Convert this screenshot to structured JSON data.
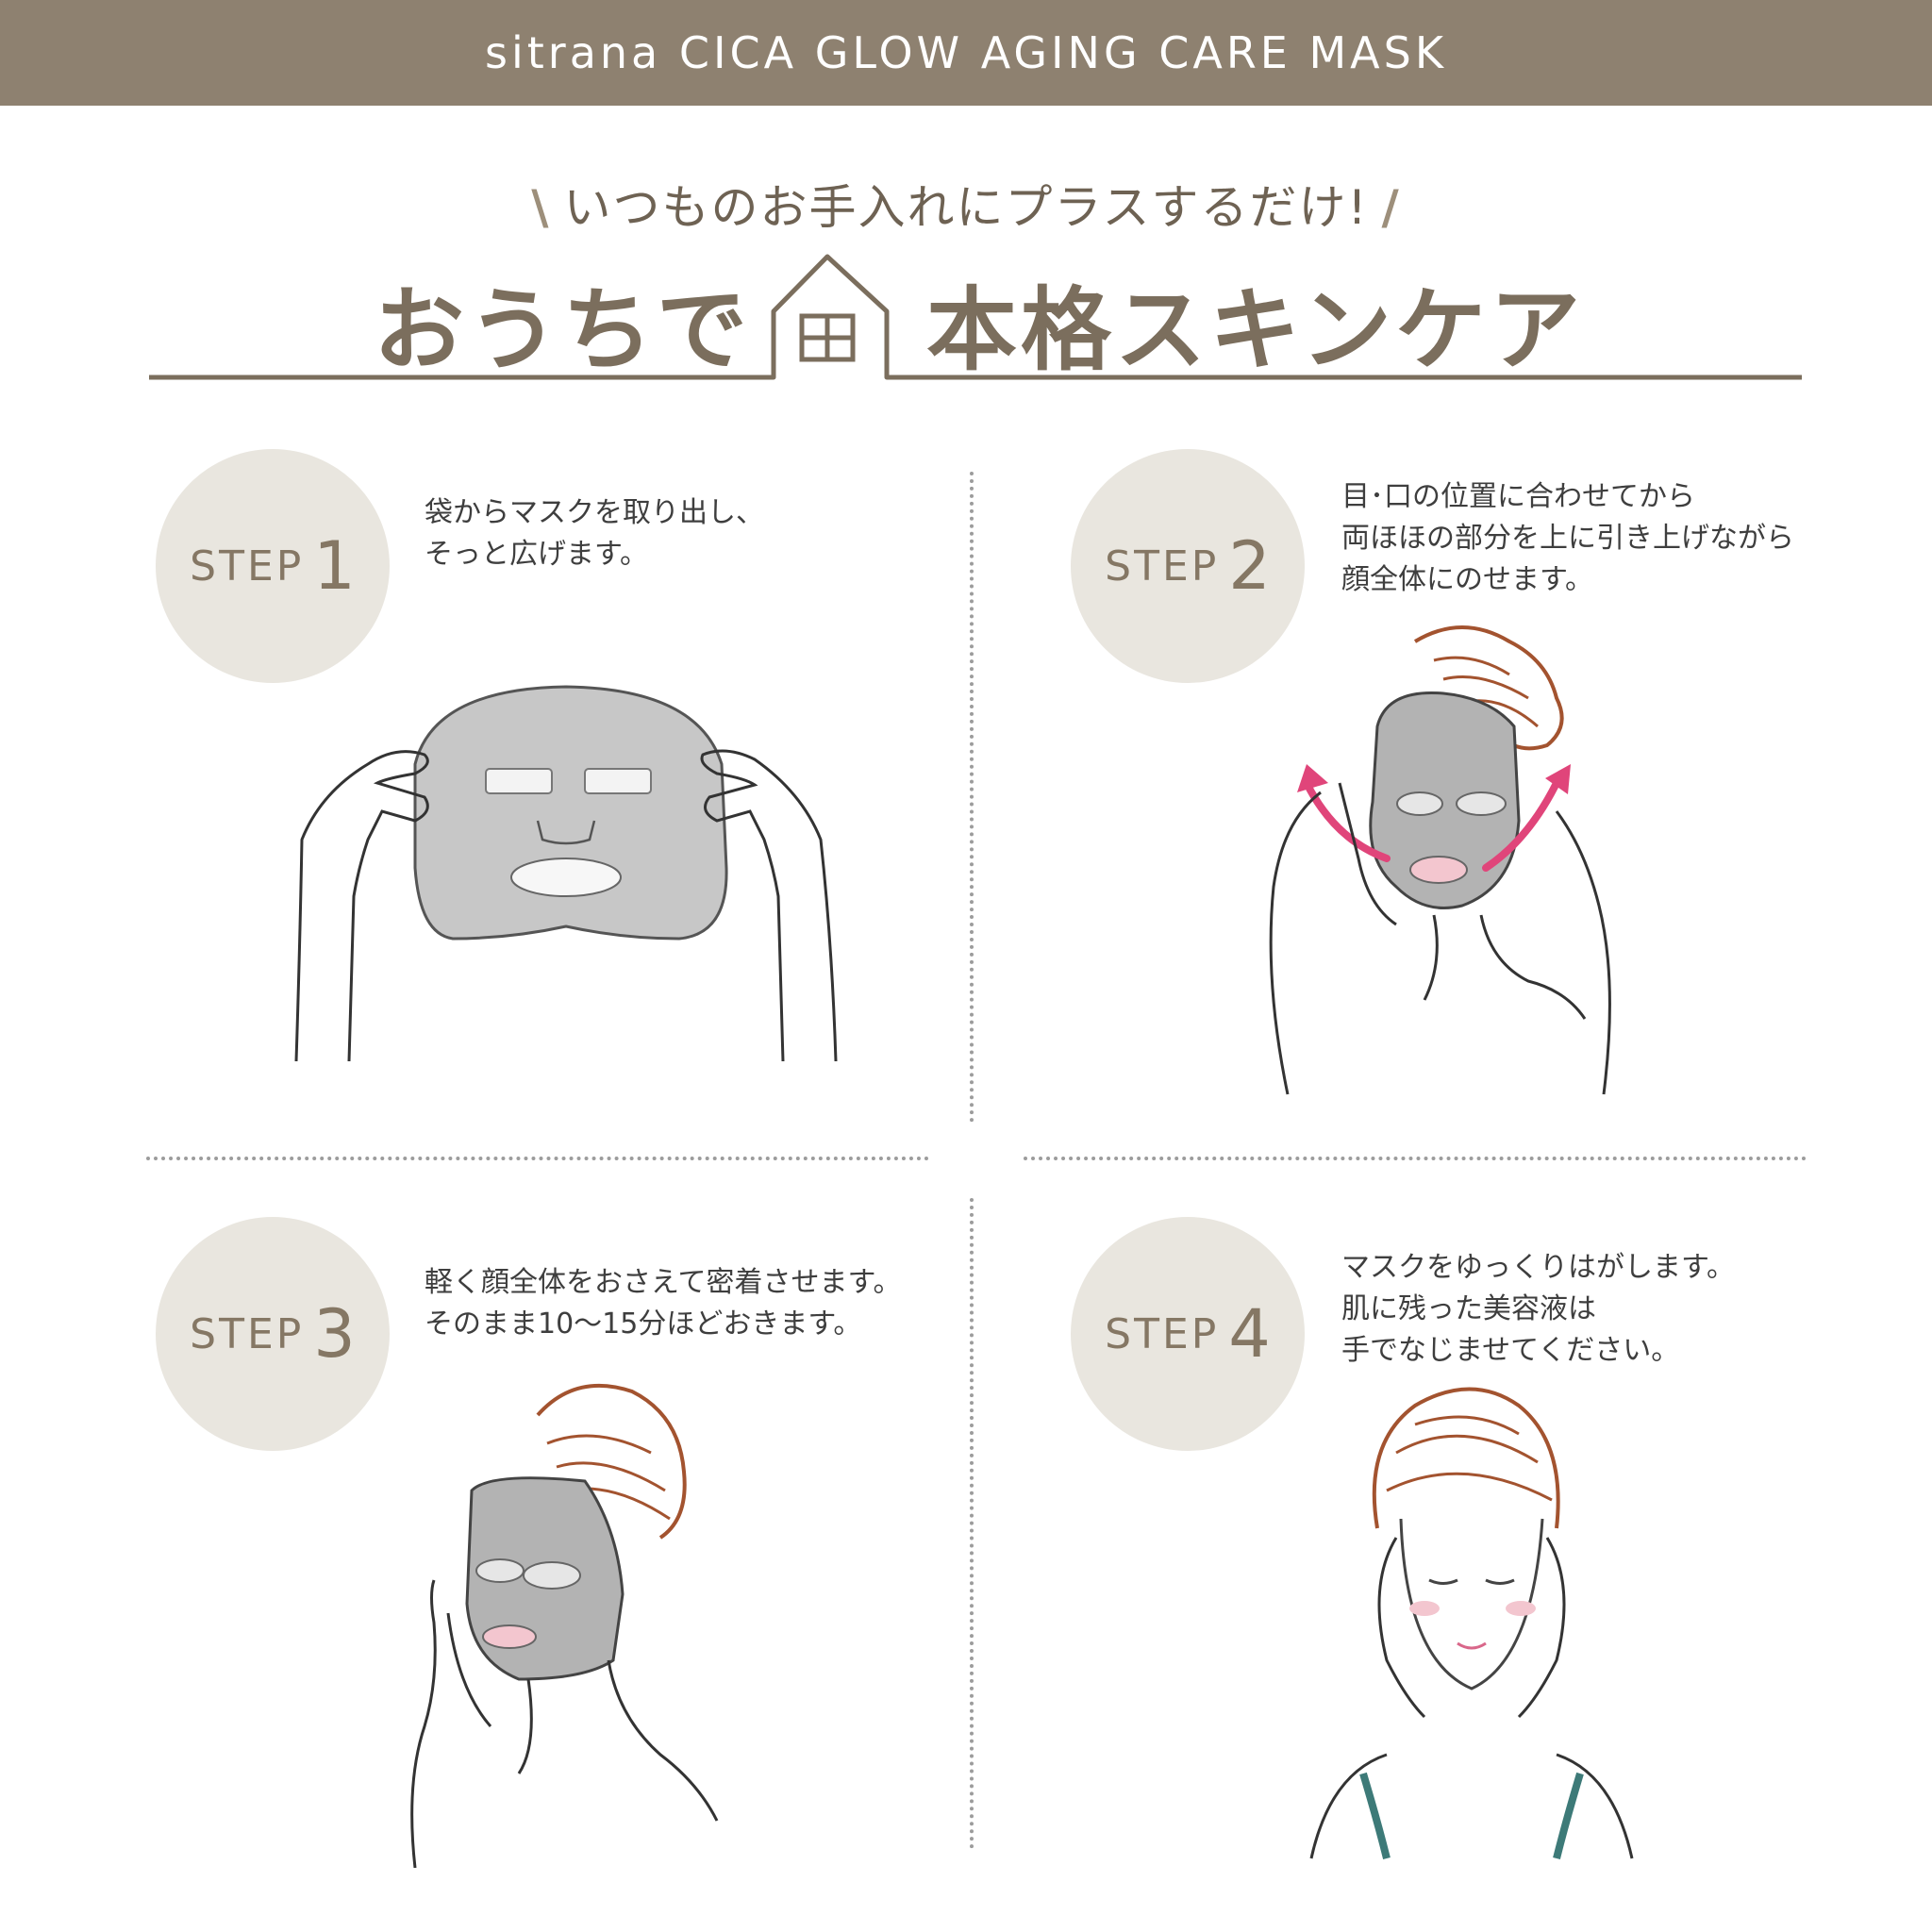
{
  "banner": {
    "title": "sitrana CICA GLOW AGING CARE MASK"
  },
  "hero": {
    "tagline": "いつものお手入れにプラスするだけ!",
    "headline_left": "おうちで",
    "headline_right": "本格スキンケア"
  },
  "steps": [
    {
      "word": "STEP",
      "num": "1",
      "lines": [
        "袋からマスクを取り出し、",
        "そっと広げます。"
      ]
    },
    {
      "word": "STEP",
      "num": "2",
      "lines": [
        "目･口の位置に合わせてから",
        "両ほほの部分を上に引き上げながら",
        "顔全体にのせます。"
      ]
    },
    {
      "word": "STEP",
      "num": "3",
      "lines": [
        "軽く顔全体をおさえて密着させます。",
        "そのまま10～15分ほどおきます。"
      ]
    },
    {
      "word": "STEP",
      "num": "4",
      "lines": [
        "マスクをゆっくりはがします。",
        "肌に残った美容液は",
        "手でなじませてください。"
      ]
    }
  ],
  "colors": {
    "banner": "#8e8170",
    "headline": "#7b6e5d",
    "circle": "#e9e6df",
    "mask": "#c7c7c7",
    "arrow": "#e0457a",
    "hair": "#a3532f",
    "straps": "#3d7a78"
  }
}
